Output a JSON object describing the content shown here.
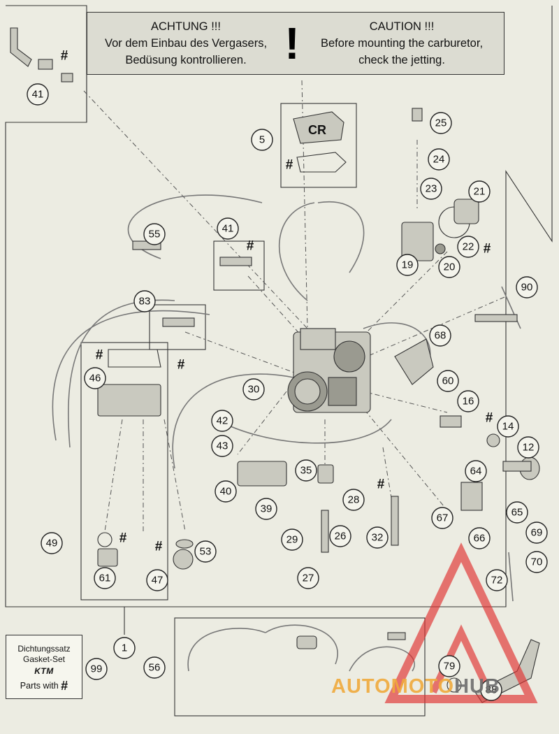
{
  "caution": {
    "de_title": "ACHTUNG !!!",
    "de_line1": "Vor dem Einbau des Vergasers,",
    "de_line2": "Bedüsung kontrollieren.",
    "bang": "!",
    "en_title": "CAUTION !!!",
    "en_line1": "Before mounting the carburetor,",
    "en_line2": "check the jetting."
  },
  "gasket_set": {
    "line1": "Dichtungssatz",
    "line2": "Gasket-Set",
    "brand": "KTM",
    "line3": "Parts with",
    "mark": "#"
  },
  "cover_label": "CR",
  "hash_mark": "#",
  "watermark": {
    "part1": "AUTOMOTO",
    "part2": "HUB",
    "color_red": "#e03030",
    "color_orange": "#f0a83c"
  },
  "callouts": [
    "41",
    "5",
    "25",
    "24",
    "23",
    "21",
    "22",
    "19",
    "20",
    "55",
    "41",
    "83",
    "90",
    "68",
    "60",
    "46",
    "30",
    "16",
    "14",
    "12",
    "42",
    "43",
    "35",
    "40",
    "39",
    "28",
    "32",
    "64",
    "67",
    "65",
    "69",
    "66",
    "70",
    "29",
    "26",
    "49",
    "53",
    "61",
    "47",
    "27",
    "72",
    "1",
    "99",
    "56",
    "79",
    "88"
  ],
  "colors": {
    "background": "#ecece2",
    "caution_box": "#dcdcd2",
    "line": "#333333",
    "part": "#c9c9bf"
  }
}
